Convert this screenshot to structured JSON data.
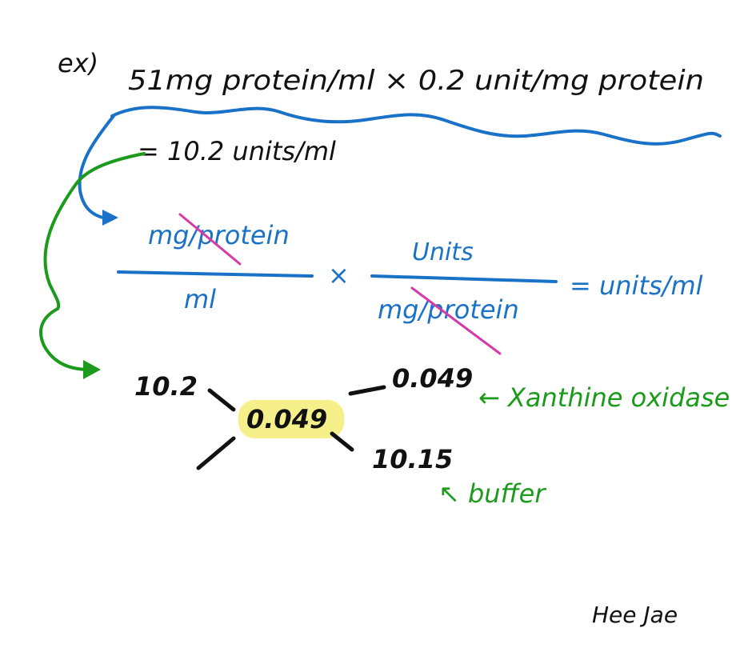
{
  "colors": {
    "ink": "#111111",
    "blue": "#1a72c8",
    "green": "#1c9a1c",
    "magenta": "#d63aa6",
    "highlight": "#f6f08a"
  },
  "example": {
    "label": "ex)",
    "equation": "51mg protein/ml × 0.2 unit/mg protein",
    "result": "= 10.2 units/ml"
  },
  "unit_analysis": {
    "numerator_left": "mg/protein",
    "denominator_left": "ml",
    "times": "×",
    "numerator_right": "Units",
    "denominator_right": "mg/protein",
    "result": "= units/ml"
  },
  "dilution": {
    "top_left": "10.2",
    "top_right": "0.049",
    "center": "0.049",
    "bottom_right": "10.15",
    "xanthine_label": "← Xanthine oxidase",
    "buffer_label": "↖ buffer"
  },
  "signature": "Hee Jae"
}
